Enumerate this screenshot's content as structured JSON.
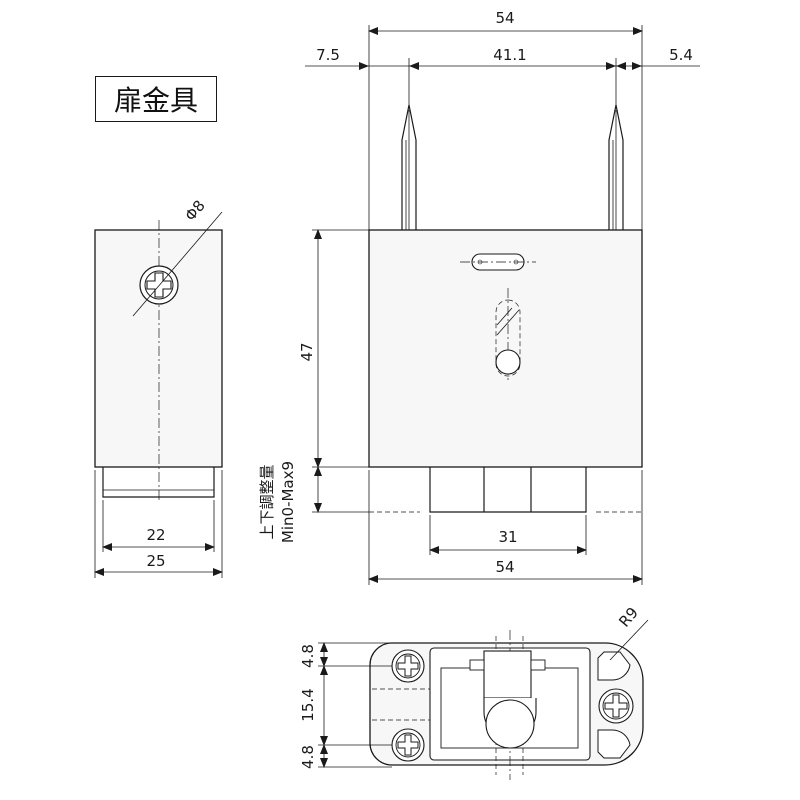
{
  "title": "扉金具",
  "dimensions": {
    "top_width": "54",
    "left_offset": "7.5",
    "pin_spacing": "41.1",
    "right_offset": "5.4",
    "diameter": "Φ8",
    "height": "47",
    "adjust_label": "上下調整量",
    "adjust_range": "Min0-Max9",
    "side_inner_width": "22",
    "side_outer_width": "25",
    "bottom_inner_width": "31",
    "bottom_width": "54",
    "radius": "R9",
    "plan_top": "4.8",
    "plan_middle": "15.4",
    "plan_bottom": "4.8"
  },
  "colors": {
    "line": "#1a1a1a",
    "body_fill": "#f7f7f7",
    "background": "#ffffff"
  }
}
